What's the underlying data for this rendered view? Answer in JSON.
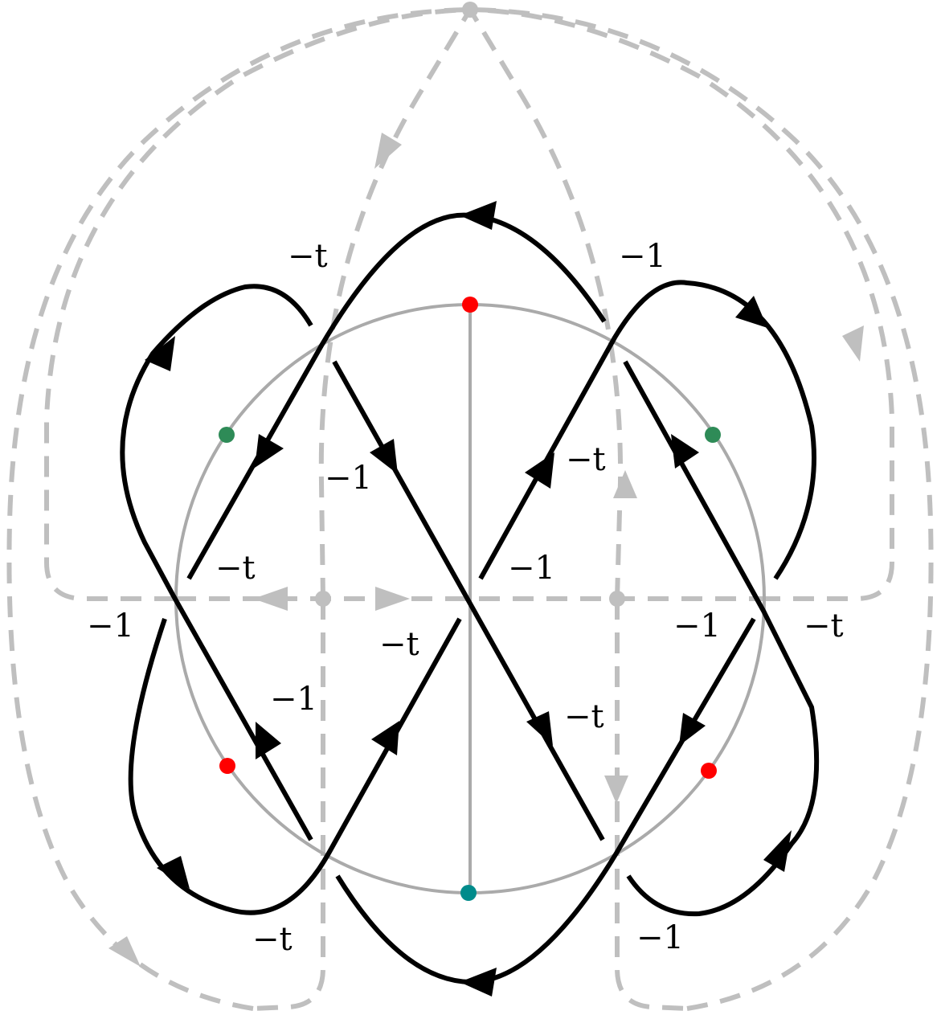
{
  "colors": {
    "background": "#ffffff",
    "strand": "#000000",
    "circle": "#aaaaaa",
    "dashed": "#bfbfbf",
    "red_vertex": "#ff0000",
    "green_vertex": "#2e8b57",
    "teal_vertex": "#008b8b",
    "gray_vertex": "#bfbfbf"
  },
  "labels": {
    "l1": "−t",
    "l2": "−1",
    "l3": "−1",
    "l4": "−t",
    "l5": "−t",
    "l6": "−1",
    "l7": "−1",
    "l8": "−t",
    "l9": "−1",
    "l10": "−t",
    "l11": "−1",
    "l12": "−t",
    "l13": "−t",
    "l14": "−1"
  }
}
